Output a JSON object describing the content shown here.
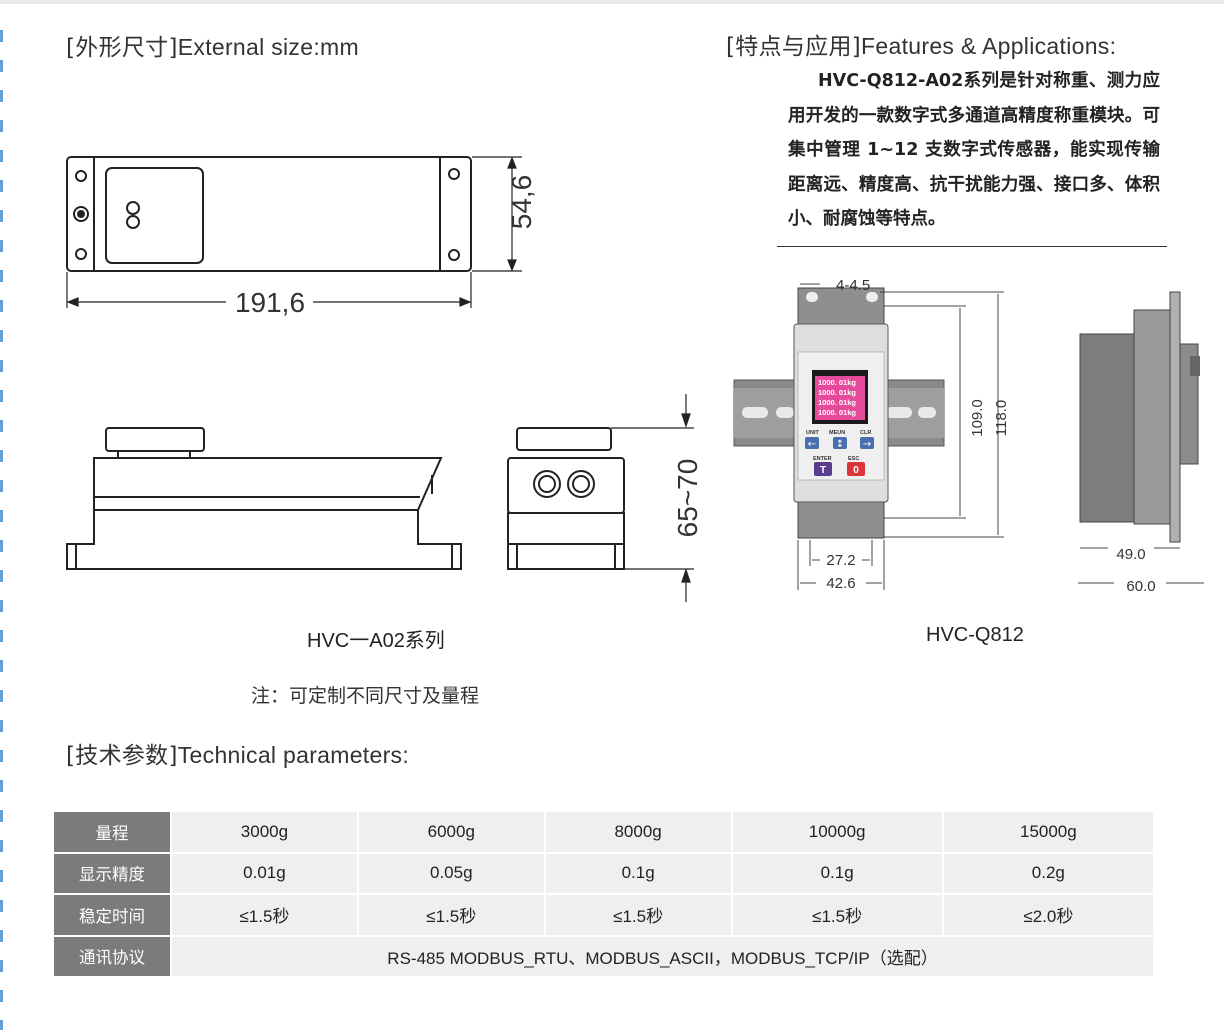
{
  "external_size": {
    "title_cn": "[外形尺寸]",
    "title_en": "External size",
    "title_unit": ":mm",
    "dim_height": "54,6",
    "dim_length": "191,6",
    "dim_range": "65~70"
  },
  "features": {
    "title_cn": "[特点与应用]",
    "title_en": "Features & Applications",
    "title_colon": ":",
    "text": "HVC-Q812-A02系列是针对称重、测力应用开发的一款数字式多通道高精度称重模块。可集中管理 1~12 支数字式传感器，能实现传输距离远、精度高、抗干扰能力强、接口多、体积小、耐腐蚀等特点。"
  },
  "q812_drawing": {
    "dim_top": "4-4.5",
    "dim_109": "109.0",
    "dim_118": "118.0",
    "dim_27": "27.2",
    "dim_42": "42.6",
    "dim_49": "49.0",
    "dim_60": "60.0",
    "screen_rows": [
      "1000. 01kg",
      "1000. 01kg",
      "1000. 01kg",
      "1000. 01kg"
    ],
    "btn_unit": "UNIT",
    "btn_menu": "MEUN",
    "btn_clr": "CLR",
    "btn_enter": "ENTER",
    "btn_esc": "ESC",
    "key_t": "T",
    "key_0": "0"
  },
  "captions": {
    "a02": "HVC一A02系列",
    "q812": "HVC-Q812",
    "note": "注：可定制不同尺寸及量程"
  },
  "technical": {
    "title_cn": "[技术参数]",
    "title_en": "Technical parameters",
    "title_colon": ":",
    "rows": [
      {
        "label": "量程",
        "values": [
          "3000g",
          "6000g",
          "8000g",
          "10000g",
          "15000g"
        ]
      },
      {
        "label": "显示精度",
        "values": [
          "0.01g",
          "0.05g",
          "0.1g",
          "0.1g",
          "0.2g"
        ]
      },
      {
        "label": "稳定时间",
        "values": [
          "≤1.5秒",
          "≤1.5秒",
          "≤1.5秒",
          "≤1.5秒",
          "≤2.0秒"
        ]
      },
      {
        "label": "通讯协议",
        "span": "RS-485 MODBUS_RTU、MODBUS_ASCII，MODBUS_TCP/IP（选配）"
      }
    ]
  }
}
